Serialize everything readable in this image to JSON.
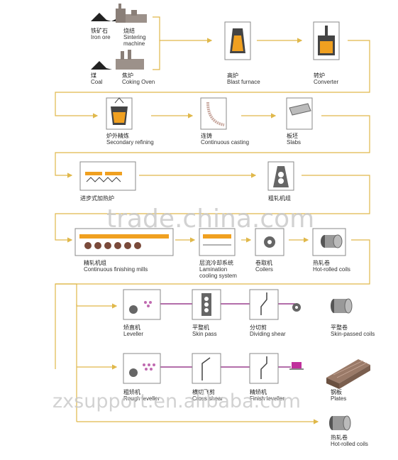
{
  "labels": {
    "iron_ore": {
      "zh": "铁矿石",
      "en": "Iron ore"
    },
    "sintering": {
      "zh": "烧结",
      "en": "Sintering machine"
    },
    "coal": {
      "zh": "煤",
      "en": "Coal"
    },
    "coking": {
      "zh": "焦炉",
      "en": "Coking Oven"
    },
    "blast_furnace": {
      "zh": "高炉",
      "en": "Blast furnace"
    },
    "converter": {
      "zh": "转炉",
      "en": "Converter"
    },
    "secondary_refining": {
      "zh": "炉外精炼",
      "en": "Secondary refining"
    },
    "continuous_casting": {
      "zh": "连铸",
      "en": "Continuous casting"
    },
    "slabs": {
      "zh": "板坯",
      "en": "Slabs"
    },
    "reheating_furnace": {
      "zh": "进步式加热炉",
      "en": ""
    },
    "roughing_mill": {
      "zh": "粗轧机组",
      "en": ""
    },
    "finishing_mills": {
      "zh": "精轧机组",
      "en": "Continuous finishing mills"
    },
    "lamination_cooling": {
      "zh": "层流冷却系统",
      "en": "Lamination cooling system"
    },
    "coilers": {
      "zh": "卷取机",
      "en": "Coilers"
    },
    "hot_rolled_coils_1": {
      "zh": "热轧卷",
      "en": "Hot-rolled coils"
    },
    "leveller": {
      "zh": "矫直机",
      "en": "Leveller"
    },
    "skin_pass": {
      "zh": "平整机",
      "en": "Skin pass"
    },
    "dividing_shear": {
      "zh": "分切剪",
      "en": "Dividing shear"
    },
    "skin_passed_coils": {
      "zh": "平整卷",
      "en": "Skin-passed coils"
    },
    "rough_leveller": {
      "zh": "粗矫机",
      "en": "Rough leveller"
    },
    "cross_shear": {
      "zh": "横切飞剪",
      "en": "Cross shear"
    },
    "finish_leveller": {
      "zh": "精矫机",
      "en": "Finish leveller"
    },
    "plates": {
      "zh": "钢板",
      "en": "Plates"
    },
    "hot_rolled_coils_2": {
      "zh": "热轧卷",
      "en": "Hot-rolled coils"
    }
  },
  "watermarks": {
    "top": "trade.china.com",
    "bottom": "zxsupport.en.alibaba.com"
  },
  "colors": {
    "flow_line": "#e0b84a",
    "strip_line": "#9a3e8e",
    "molten": "#f0a020",
    "icon_stroke": "#555555"
  }
}
